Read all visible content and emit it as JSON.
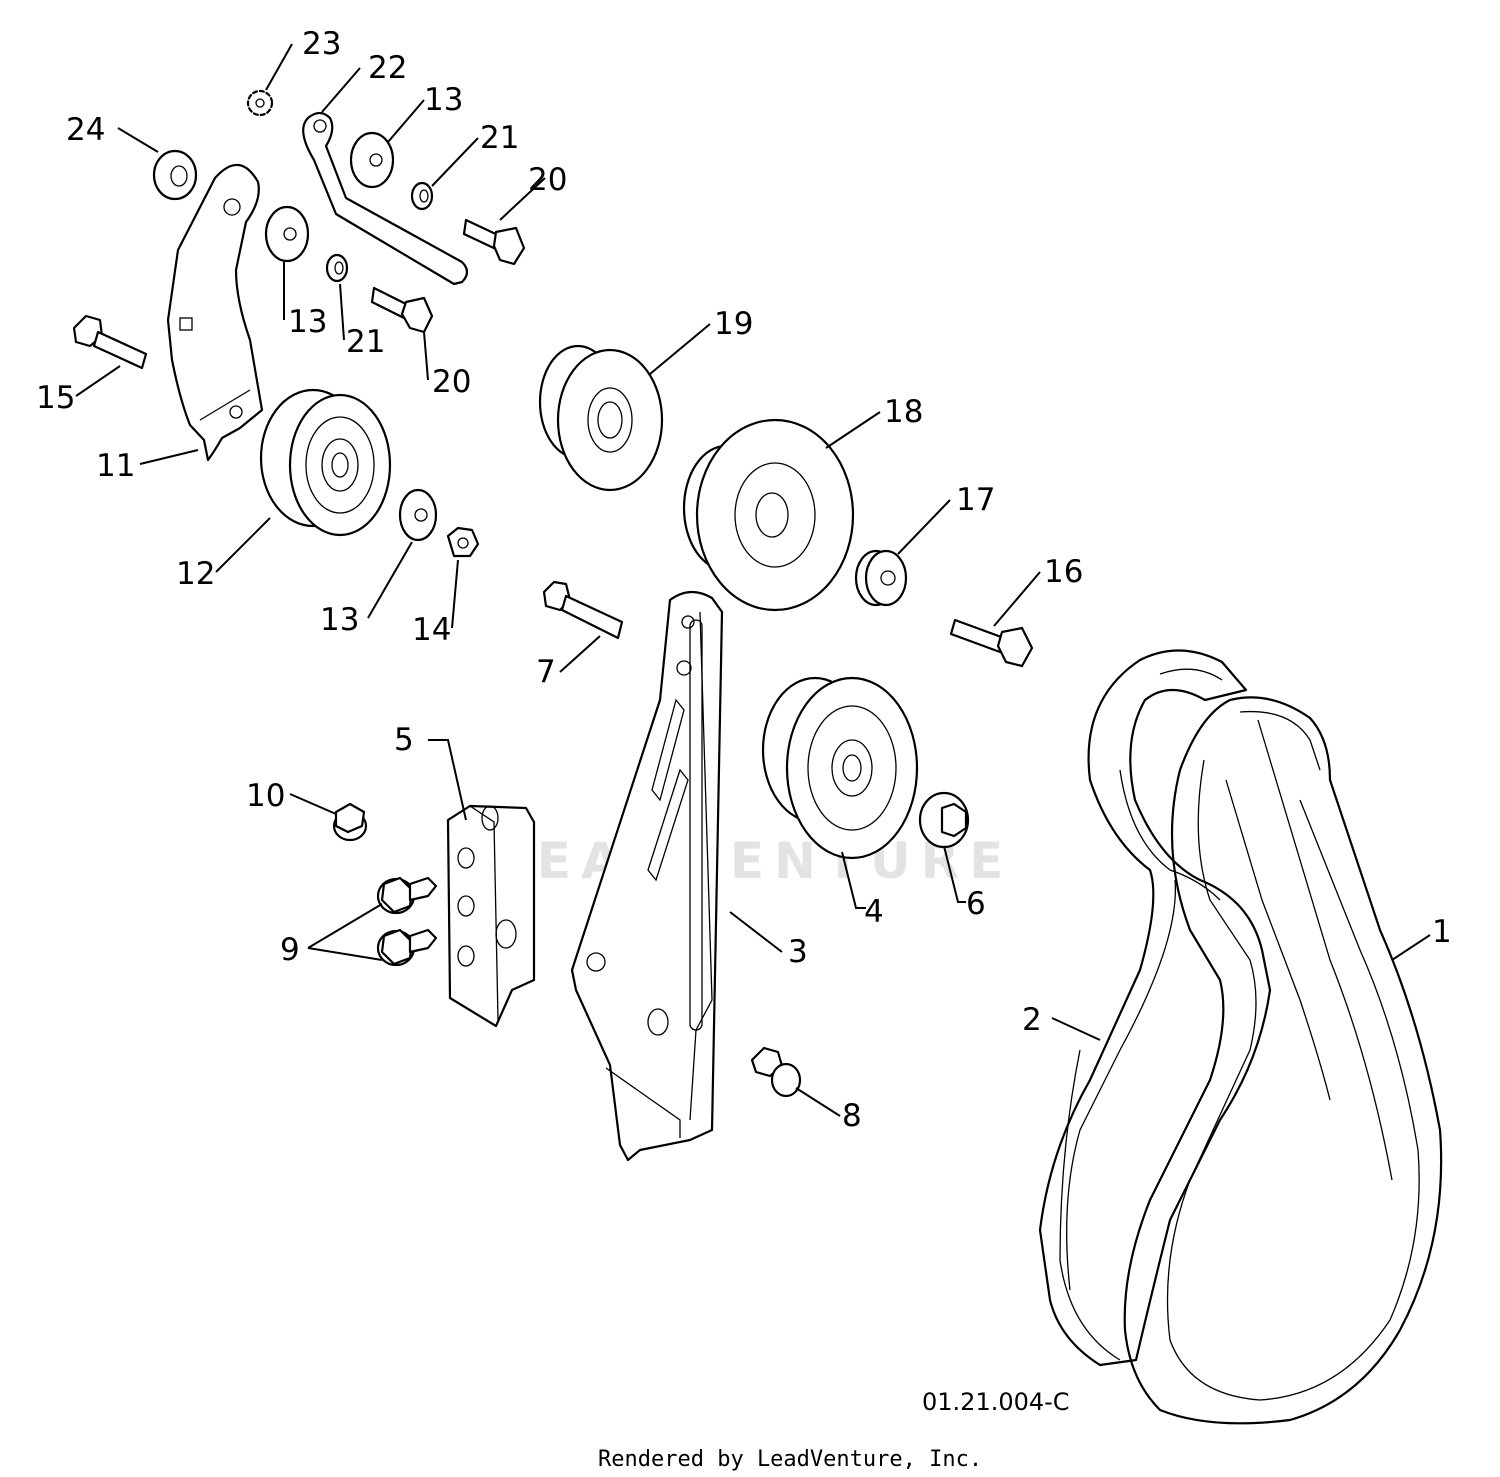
{
  "diagram_code": "01.21.004-C",
  "credit": "Rendered by LeadVenture, Inc.",
  "watermark": "LEADVENTURE",
  "callouts": {
    "p1": "1",
    "p2": "2",
    "p3": "3",
    "p4": "4",
    "p5": "5",
    "p6": "6",
    "p7": "7",
    "p8": "8",
    "p9": "9",
    "p10": "10",
    "p11": "11",
    "p12": "12",
    "p13a": "13",
    "p13b": "13",
    "p13c": "13",
    "p14": "14",
    "p15": "15",
    "p16": "16",
    "p17": "17",
    "p18": "18",
    "p19": "19",
    "p20a": "20",
    "p20b": "20",
    "p21a": "21",
    "p21b": "21",
    "p22": "22",
    "p23": "23",
    "p24": "24"
  }
}
